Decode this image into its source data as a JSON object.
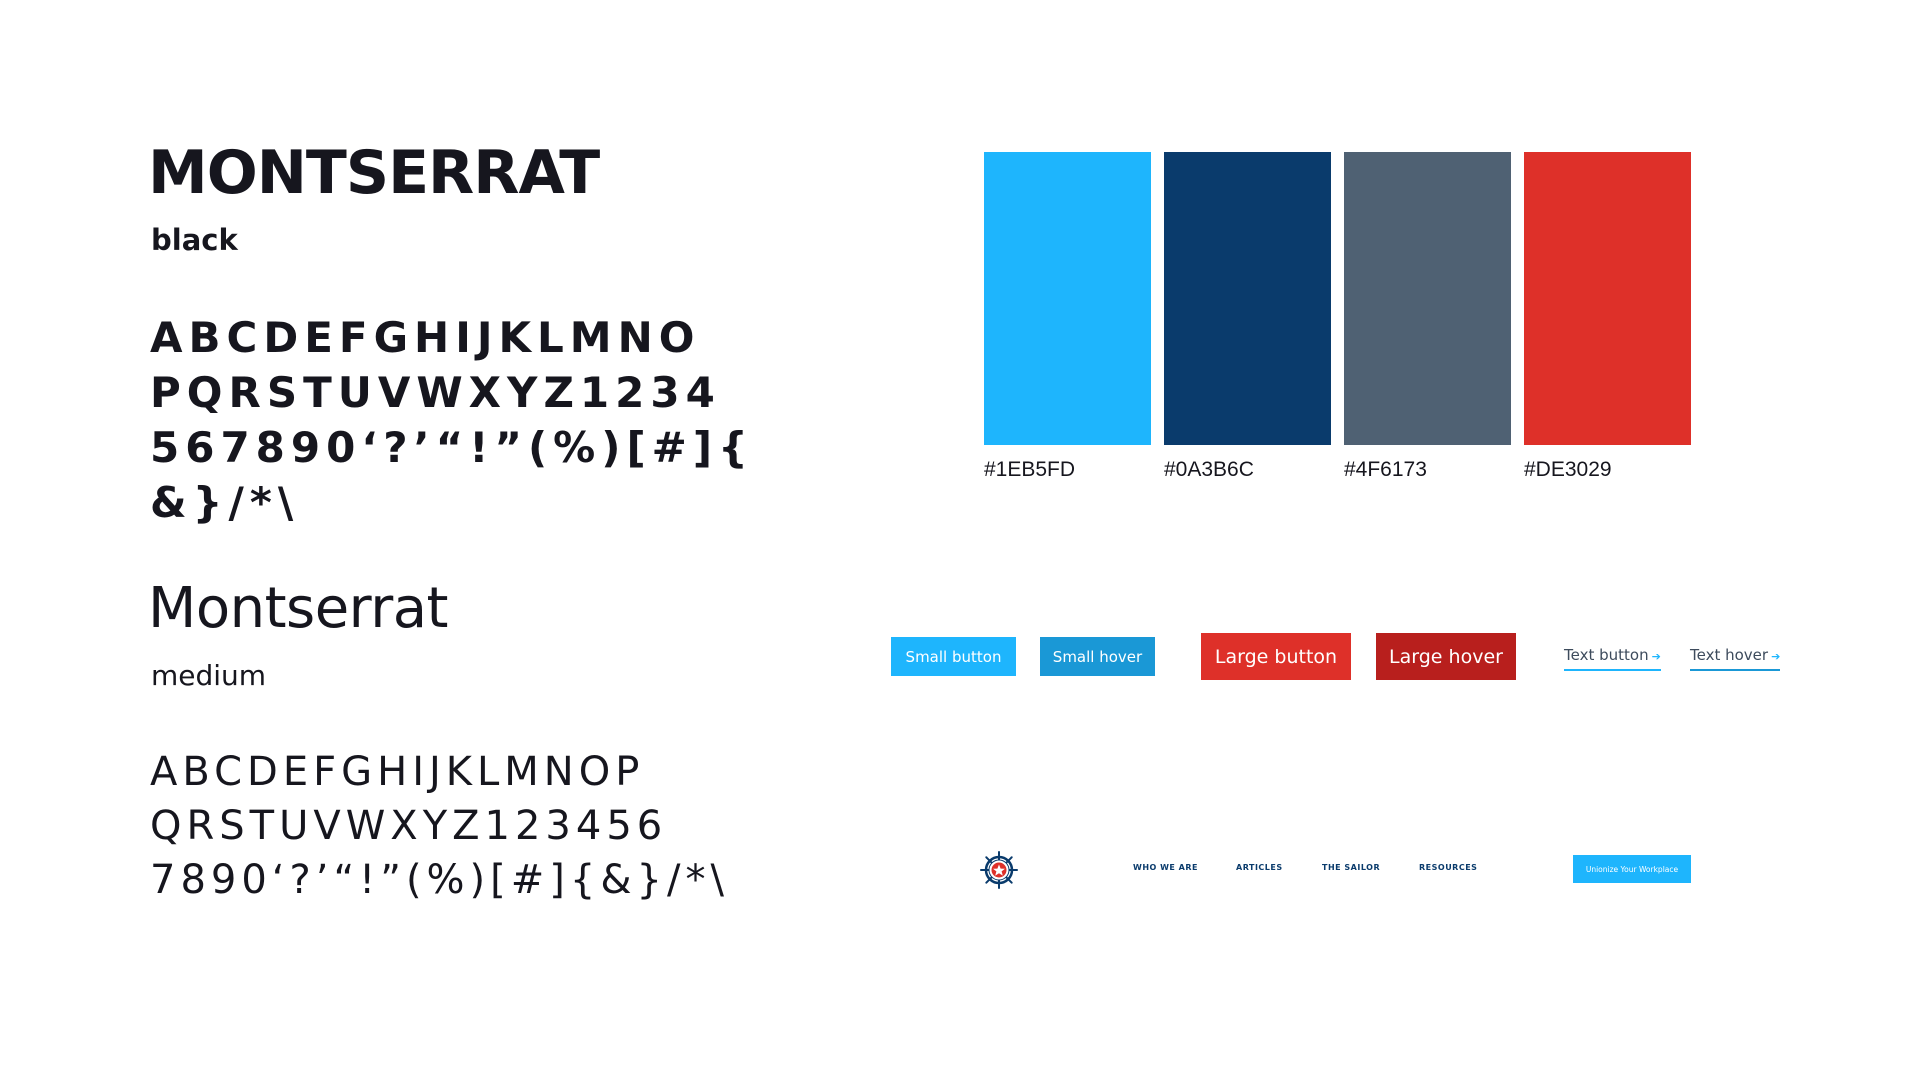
{
  "typography": {
    "black": {
      "family": "MONTSERRAT",
      "weight": "black",
      "glyph_lines": [
        "ABCDEFGHIJKLMNO",
        "PQRSTUVWXYZ1234",
        "567890‘?’“!”(%)[#]{",
        "&}/*\\"
      ]
    },
    "medium": {
      "family": "Montserrat",
      "weight": "medium",
      "glyph_lines": [
        "ABCDEFGHIJKLMNOP",
        "QRSTUVWXYZ123456",
        "7890‘?’“!”(%)[#]{&}/*\\"
      ]
    }
  },
  "palette": {
    "swatches": [
      {
        "hex": "#1EB5FD",
        "label": "#1EB5FD"
      },
      {
        "hex": "#0A3B6C",
        "label": "#0A3B6C"
      },
      {
        "hex": "#4F6173",
        "label": "#4F6173"
      },
      {
        "hex": "#DE3029",
        "label": "#DE3029"
      }
    ]
  },
  "buttons": {
    "small": "Small button",
    "small_hover": "Small hover",
    "large": "Large button",
    "large_hover": "Large hover",
    "text": "Text button",
    "text_hover": "Text hover",
    "text_arrow_icon": "arrow-right-icon"
  },
  "nav": {
    "logo_icon": "ship-wheel-logo",
    "links": [
      "WHO WE ARE",
      "ARTICLES",
      "THE SAILOR",
      "RESOURCES"
    ],
    "cta": "Unionize Your Workplace"
  }
}
